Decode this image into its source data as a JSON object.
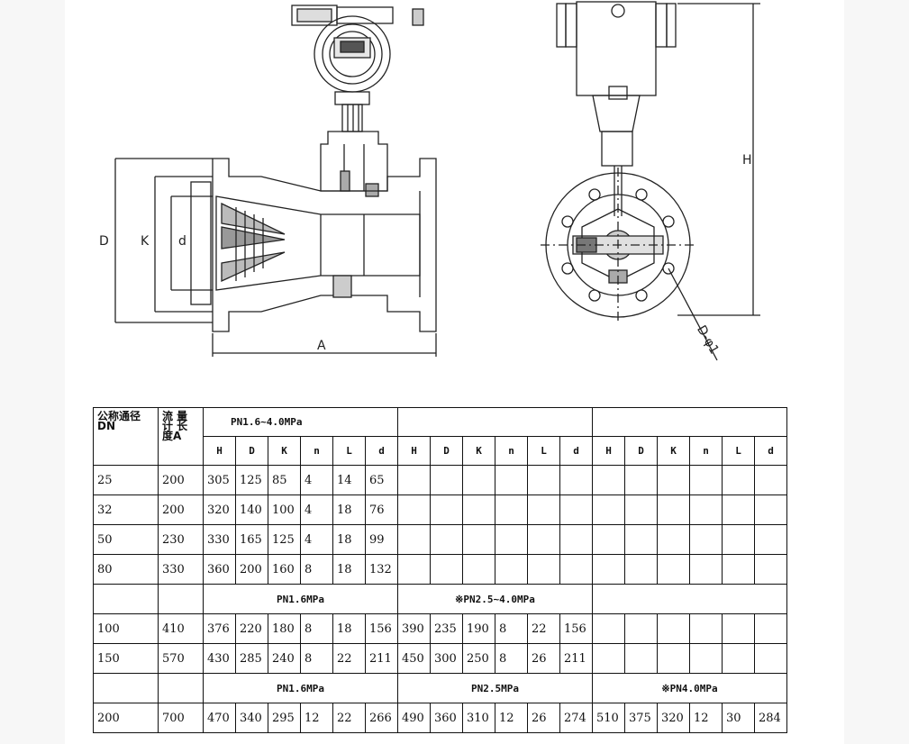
{
  "drawing": {
    "labels": {
      "D": "D",
      "K": "K",
      "d": "d",
      "A": "A",
      "H": "H",
      "bolt": "D-φ1"
    }
  },
  "table": {
    "header": {
      "dn_line1": "公称通径",
      "dn_line2": "DN",
      "len_line1": "流  量",
      "len_line2": "计  长",
      "len_line3": "度A",
      "group1": "PN1.6~4.0MPa",
      "cols": [
        "H",
        "D",
        "K",
        "n",
        "L",
        "d",
        "H",
        "D",
        "K",
        "n",
        "L",
        "d",
        "H",
        "D",
        "K",
        "n",
        "L",
        "d"
      ]
    },
    "rows_a": [
      {
        "dn": "25",
        "a": "200",
        "v": [
          "305",
          "125",
          "85",
          "4",
          "14",
          "65"
        ]
      },
      {
        "dn": "32",
        "a": "200",
        "v": [
          "320",
          "140",
          "100",
          "4",
          "18",
          "76"
        ]
      },
      {
        "dn": "50",
        "a": "230",
        "v": [
          "330",
          "165",
          "125",
          "4",
          "18",
          "99"
        ]
      },
      {
        "dn": "80",
        "a": "330",
        "v": [
          "360",
          "200",
          "160",
          "8",
          "18",
          "132"
        ]
      }
    ],
    "sub1": {
      "g1": "PN1.6MPa",
      "g2": "※PN2.5~4.0MPa"
    },
    "rows_b": [
      {
        "dn": "100",
        "a": "410",
        "v": [
          "376",
          "220",
          "180",
          "8",
          "18",
          "156",
          "390",
          "235",
          "190",
          "8",
          "22",
          "156"
        ]
      },
      {
        "dn": "150",
        "a": "570",
        "v": [
          "430",
          "285",
          "240",
          "8",
          "22",
          "211",
          "450",
          "300",
          "250",
          "8",
          "26",
          "211"
        ]
      }
    ],
    "sub2": {
      "g1": "PN1.6MPa",
      "g2": "PN2.5MPa",
      "g3": "※PN4.0MPa"
    },
    "rows_c": [
      {
        "dn": "200",
        "a": "700",
        "v": [
          "470",
          "340",
          "295",
          "12",
          "22",
          "266",
          "490",
          "360",
          "310",
          "12",
          "26",
          "274",
          "510",
          "375",
          "320",
          "12",
          "30",
          "284"
        ]
      }
    ]
  }
}
